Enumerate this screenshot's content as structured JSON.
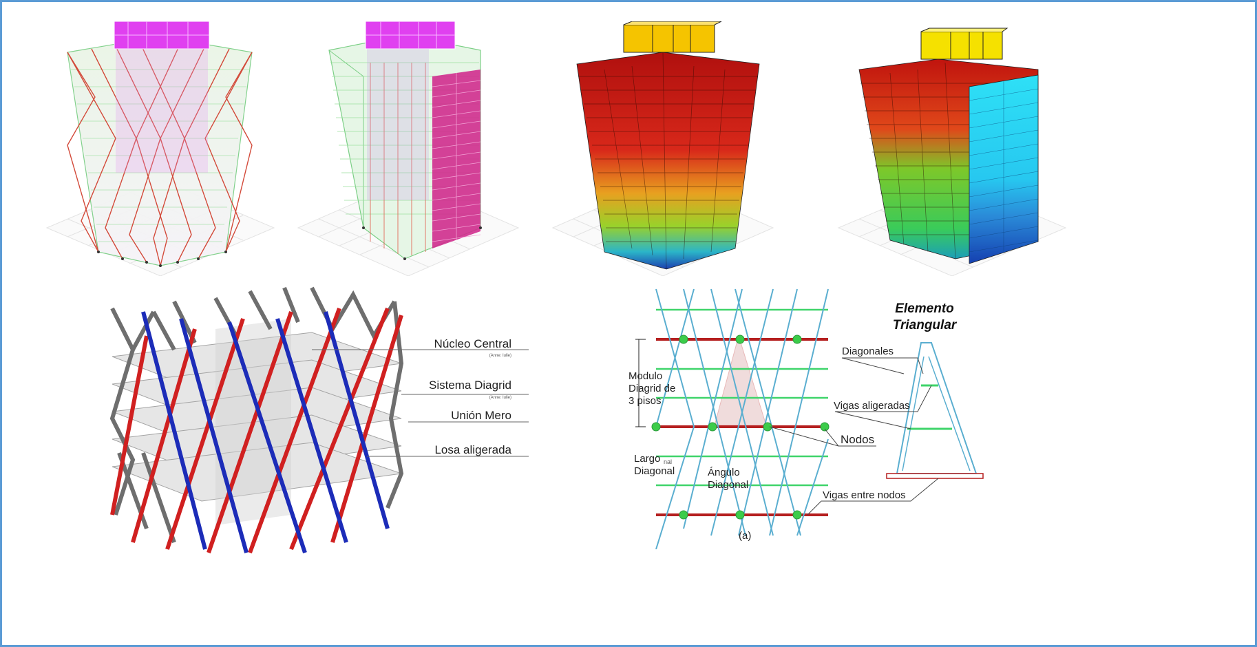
{
  "panel_diagrid_model": {
    "labels": {
      "core": "Núcleo Central",
      "core_sub": "(Anne: Iulie)",
      "diagrid": "Sistema Diagrid",
      "diagrid_sub": "(Anne: Iulie)",
      "joint": "Unión Mero",
      "slab": "Losa aligerada"
    }
  },
  "panel_diagrid_module": {
    "title_line1": "Elemento",
    "title_line2": "Triangular",
    "labels": {
      "module_1": "Modulo",
      "module_2": "Diagrid de",
      "module_3": "3 pisos",
      "diagonals": "Diagonales",
      "joist_beams": "Vigas aligeradas",
      "nodes": "Nodos",
      "length_1": "Largo",
      "length_sub": "nal",
      "length_2": "Diagonal",
      "angle_1": "Ángulo",
      "angle_2": "Diagonal",
      "beams_between_nodes": "Vigas entre nodos",
      "caption": "(a)"
    }
  },
  "colors": {
    "core_magenta": "#e040f0",
    "diagrid_red": "#d83a2a",
    "diagrid_blue": "#2028b8",
    "grid_green": "#52d27a",
    "grid_blue": "#4aa3c9",
    "node_green": "#3ccc4a",
    "top_yellow": "#f5c400",
    "side_cyan": "#27d7f0",
    "frame_border": "#5b9bd5"
  }
}
